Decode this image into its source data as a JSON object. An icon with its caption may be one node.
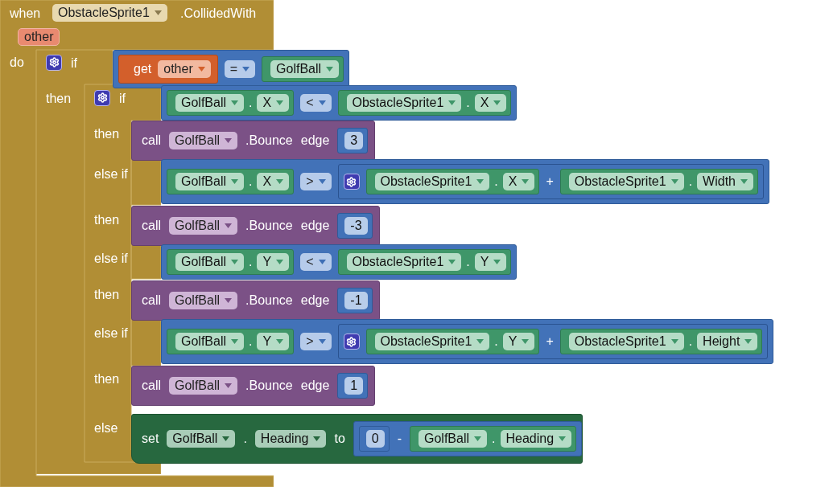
{
  "diagram": {
    "nodes": [
      {
        "text": [
          "when",
          "ObstacleSprite1",
          ".CollidedWith",
          "other",
          "do"
        ]
      },
      {
        "text": [
          "if",
          "then"
        ],
        "in": 0
      },
      {
        "text": [
          "="
        ]
      },
      {
        "text": [
          "get",
          "other"
        ],
        "in": 2
      },
      {
        "text": [
          "GolfBall"
        ],
        "in": 2
      },
      {
        "text": [
          "if",
          "then",
          "else if",
          "then",
          "else if",
          "then",
          "else if",
          "then",
          "else"
        ],
        "in": 1
      },
      {
        "text": [
          "<"
        ]
      },
      {
        "text": [
          "GolfBall",
          ".",
          "X"
        ],
        "in": 6
      },
      {
        "text": [
          "ObstacleSprite1",
          ".",
          "X"
        ],
        "in": 6
      },
      {
        "text": [
          "call",
          "GolfBall",
          ".Bounce",
          "edge"
        ]
      },
      {
        "text": [
          "3"
        ],
        "in": 9
      },
      {
        "text": [
          ">"
        ]
      },
      {
        "text": [
          "GolfBall",
          ".",
          "X"
        ],
        "in": 11
      },
      {
        "text": [
          "+"
        ],
        "in": 11
      },
      {
        "text": [
          "ObstacleSprite1",
          ".",
          "X"
        ],
        "in": 13
      },
      {
        "text": [
          "ObstacleSprite1",
          ".",
          "Width"
        ],
        "in": 13
      },
      {
        "text": [
          "call",
          "GolfBall",
          ".Bounce",
          "edge"
        ]
      },
      {
        "text": [
          "-3"
        ],
        "in": 16
      },
      {
        "text": [
          "<"
        ]
      },
      {
        "text": [
          "GolfBall",
          ".",
          "Y"
        ],
        "in": 18
      },
      {
        "text": [
          "ObstacleSprite1",
          ".",
          "Y"
        ],
        "in": 18
      },
      {
        "text": [
          "call",
          "GolfBall",
          ".Bounce",
          "edge"
        ]
      },
      {
        "text": [
          "-1"
        ],
        "in": 21
      },
      {
        "text": [
          ">"
        ]
      },
      {
        "text": [
          "GolfBall",
          ".",
          "Y"
        ],
        "in": 23
      },
      {
        "text": [
          "+"
        ],
        "in": 23
      },
      {
        "text": [
          "ObstacleSprite1",
          ".",
          "Y"
        ],
        "in": 25
      },
      {
        "text": [
          "ObstacleSprite1",
          ".",
          "Height"
        ],
        "in": 25
      },
      {
        "text": [
          "call",
          "GolfBall",
          ".Bounce",
          "edge"
        ]
      },
      {
        "text": [
          "1"
        ],
        "in": 28
      },
      {
        "text": [
          "set",
          "GolfBall",
          ".",
          "Heading",
          "to"
        ]
      },
      {
        "text": [
          "-"
        ],
        "in": 30
      },
      {
        "text": [
          "0"
        ],
        "in": 31
      },
      {
        "text": [
          "GolfBall",
          ".",
          "Heading"
        ],
        "in": 31
      }
    ]
  }
}
